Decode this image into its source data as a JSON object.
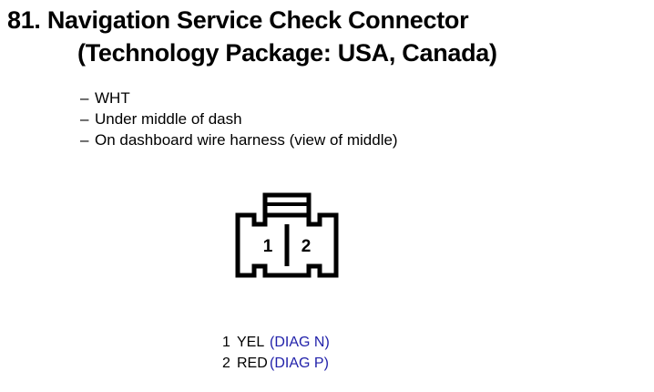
{
  "page": {
    "background_color": "#ffffff",
    "text_color": "#000000",
    "signal_color": "#2222aa"
  },
  "title": {
    "line1": "81. Navigation Service Check Connector",
    "line2": "(Technology Package: USA, Canada)"
  },
  "details": {
    "dash": "–",
    "items": [
      "WHT",
      "Under middle of dash",
      "On dashboard wire harness (view of middle)"
    ]
  },
  "connector": {
    "name": "2-pin-connector",
    "cavities": [
      {
        "number": "1"
      },
      {
        "number": "2"
      }
    ]
  },
  "pin_legend": {
    "rows": [
      {
        "number": "1",
        "wire_color": "YEL",
        "signal": "(DIAG N)"
      },
      {
        "number": "2",
        "wire_color": "RED",
        "signal": "(DIAG P)"
      }
    ]
  }
}
